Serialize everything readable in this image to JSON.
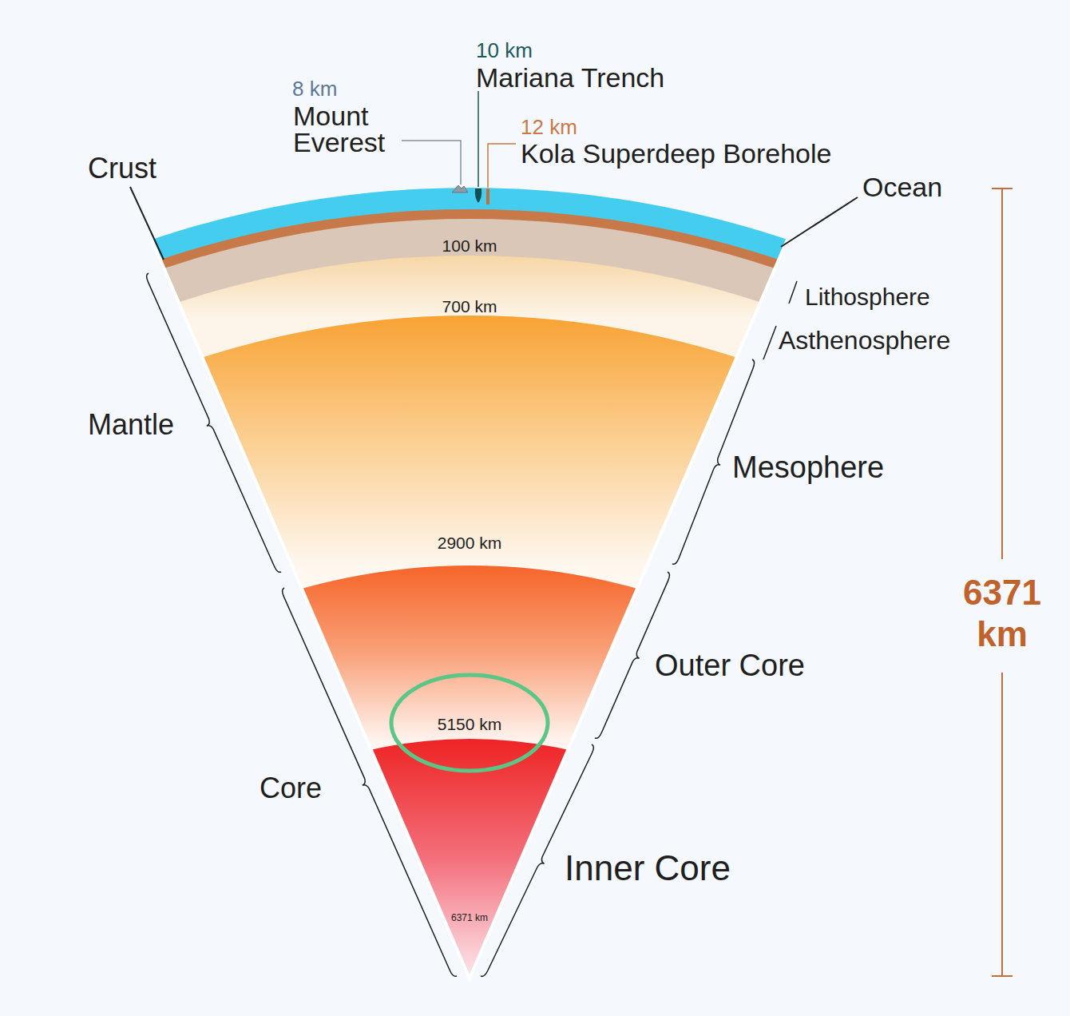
{
  "diagram": {
    "labels": [
      "10 km",
      "Mariana Trench",
      "8 km",
      "Mount Everest",
      "12 km",
      "Kola Superdeep Borehole",
      "Crust",
      "Ocean",
      "100 km",
      "700 km",
      "Lithosphere",
      "Asthenosphere",
      "Mantle",
      "Mesophere",
      "2900 km",
      "6371 km",
      "Outer Core",
      "5150 km",
      "Core",
      "Inner Core",
      "6371 km"
    ]
  }
}
